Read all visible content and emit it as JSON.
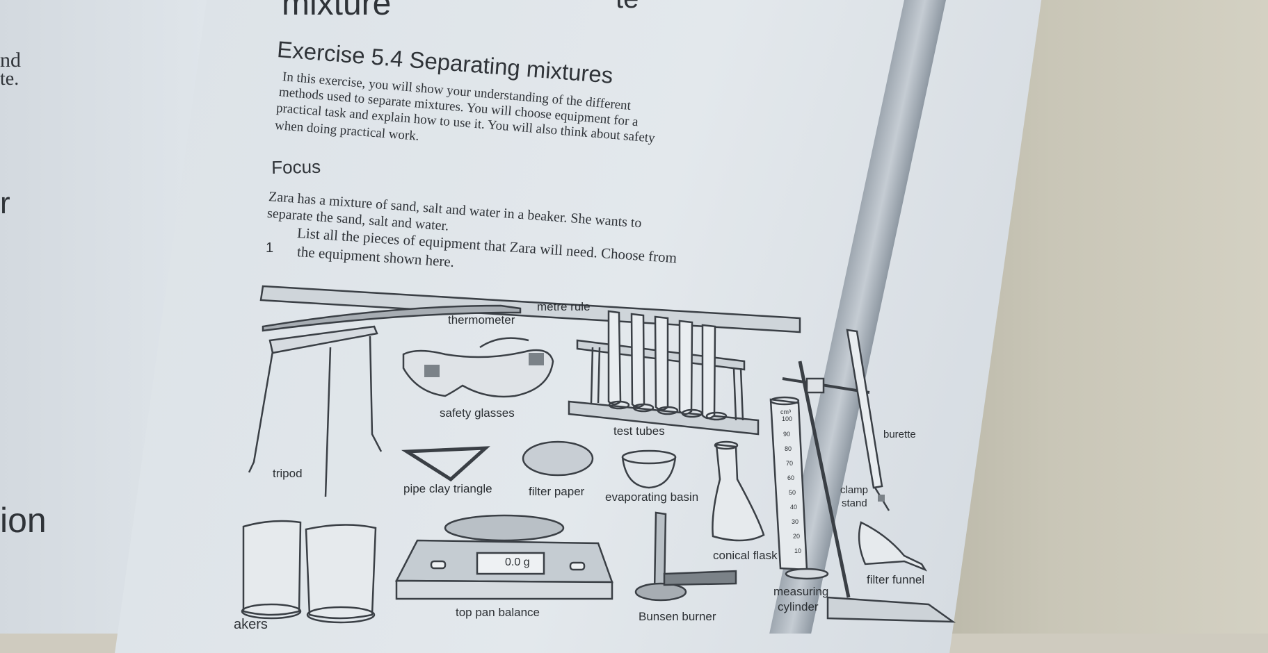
{
  "left_fragments": [
    "nd",
    "te.",
    "r",
    "ion",
    "akers"
  ],
  "header_fragment": "mixture",
  "header_fragment_right": "te",
  "exercise_title": "Exercise 5.4 Separating mixtures",
  "intro_lines": [
    "In this exercise, you will show your understanding of the different",
    "methods used to separate mixtures. You will choose equipment for a",
    "practical task and explain how to use it. You will also think about safety",
    "when doing practical work."
  ],
  "focus_heading": "Focus",
  "focus_lines": [
    "Zara has a mixture of sand, salt and water in a beaker. She wants to",
    "separate the sand, salt and water."
  ],
  "question_number": "1",
  "question_lines": [
    "List all the pieces of equipment that Zara will need. Choose from",
    "the equipment shown here."
  ],
  "equipment_labels": {
    "metre_rule": "metre rule",
    "thermometer": "thermometer",
    "safety_glasses": "safety glasses",
    "test_tubes": "test tubes",
    "burette": "burette",
    "tripod": "tripod",
    "pipe_clay_triangle": "pipe clay triangle",
    "filter_paper": "filter paper",
    "evaporating_basin": "evaporating basin",
    "clamp_stand_1": "clamp",
    "clamp_stand_2": "stand",
    "conical_flask": "conical flask",
    "filter_funnel": "filter funnel",
    "measuring_cylinder_1": "measuring",
    "measuring_cylinder_2": "cylinder",
    "top_pan_balance": "top pan balance",
    "bunsen_burner": "Bunsen burner",
    "balance_display": "0.0 g"
  },
  "cylinder_scale": [
    "cm³",
    "100",
    "90",
    "80",
    "70",
    "60",
    "50",
    "40",
    "30",
    "20",
    "10"
  ]
}
